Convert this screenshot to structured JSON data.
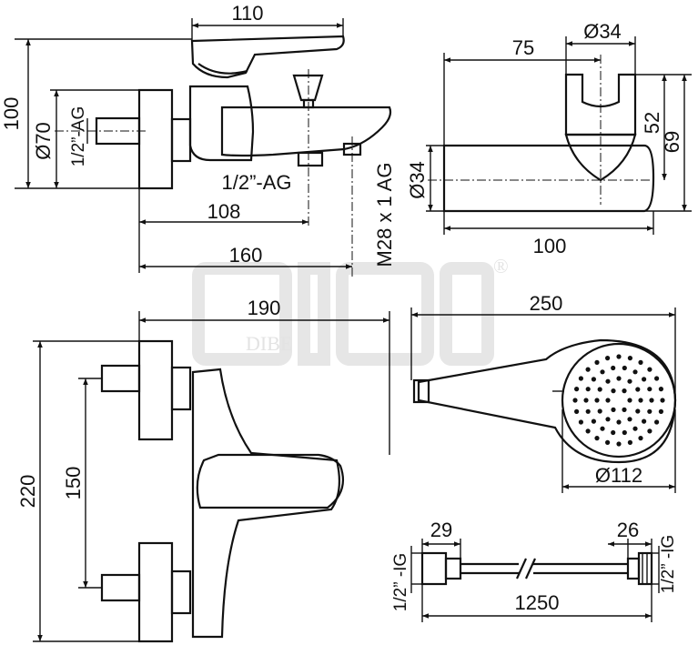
{
  "labels": {
    "top_width": "110",
    "top_height": "100",
    "inlet_diameter": "Ø70",
    "inlet_thread_left": "1/2”-AG",
    "outlet_thread": "1/2”-AG",
    "spout_to_outlet": "108",
    "total_depth": "160",
    "aerator_thread": "M28 x 1 AG",
    "holder_offset": "75",
    "holder_diameter": "Ø34",
    "holder_height_inner": "52",
    "holder_height_total": "69",
    "holder_body_diameter": "Ø34",
    "holder_length": "100",
    "front_width": "190",
    "front_height": "220",
    "inlet_spacing": "150",
    "handshower_length": "250",
    "handshower_diameter": "Ø112",
    "hose_left_thread": "1/2” -IG",
    "hose_left_nut": "29",
    "hose_right_nut": "26",
    "hose_right_thread": "1/2” -IG",
    "hose_length": "1250"
  },
  "watermark": {
    "text": "DIBE",
    "mark": "®"
  }
}
